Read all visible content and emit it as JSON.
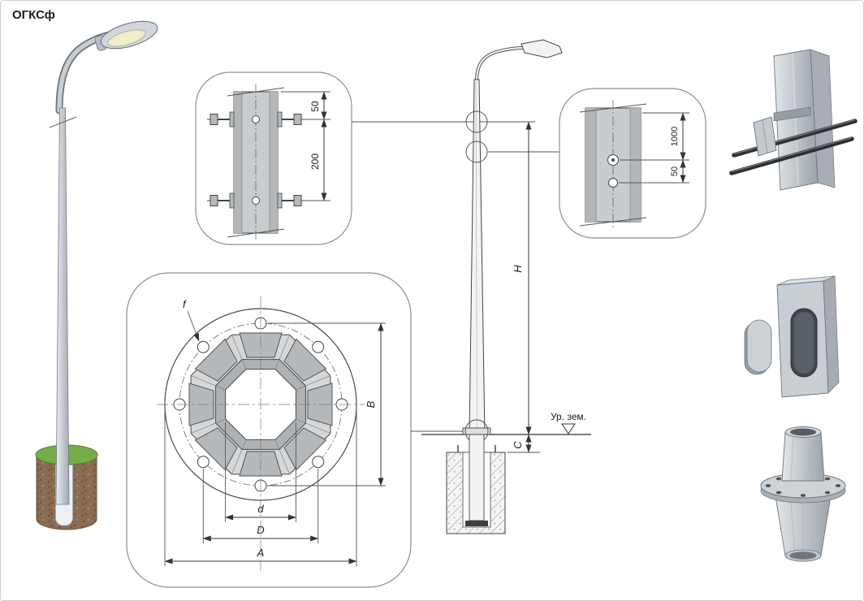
{
  "title": "ОГКСф",
  "detail_plate_side": {
    "bolt_offset_top": "50",
    "bolt_spacing": "200"
  },
  "detail_plate_front": {
    "spacing_1000": "1000",
    "spacing_50": "50"
  },
  "elevation": {
    "height_label": "H",
    "embed_label": "C",
    "ground_label": "Ур. зем."
  },
  "flange_view": {
    "hole_label": "f",
    "width_label": "B",
    "inner_label": "d",
    "bolt_circle_label": "D",
    "outer_label": "A"
  },
  "colors": {
    "line": "#444444",
    "metal_light": "#d6dade",
    "metal_mid": "#c3c9ce",
    "soil_brown": "#8a6b53",
    "grass_green": "#76ad48"
  }
}
